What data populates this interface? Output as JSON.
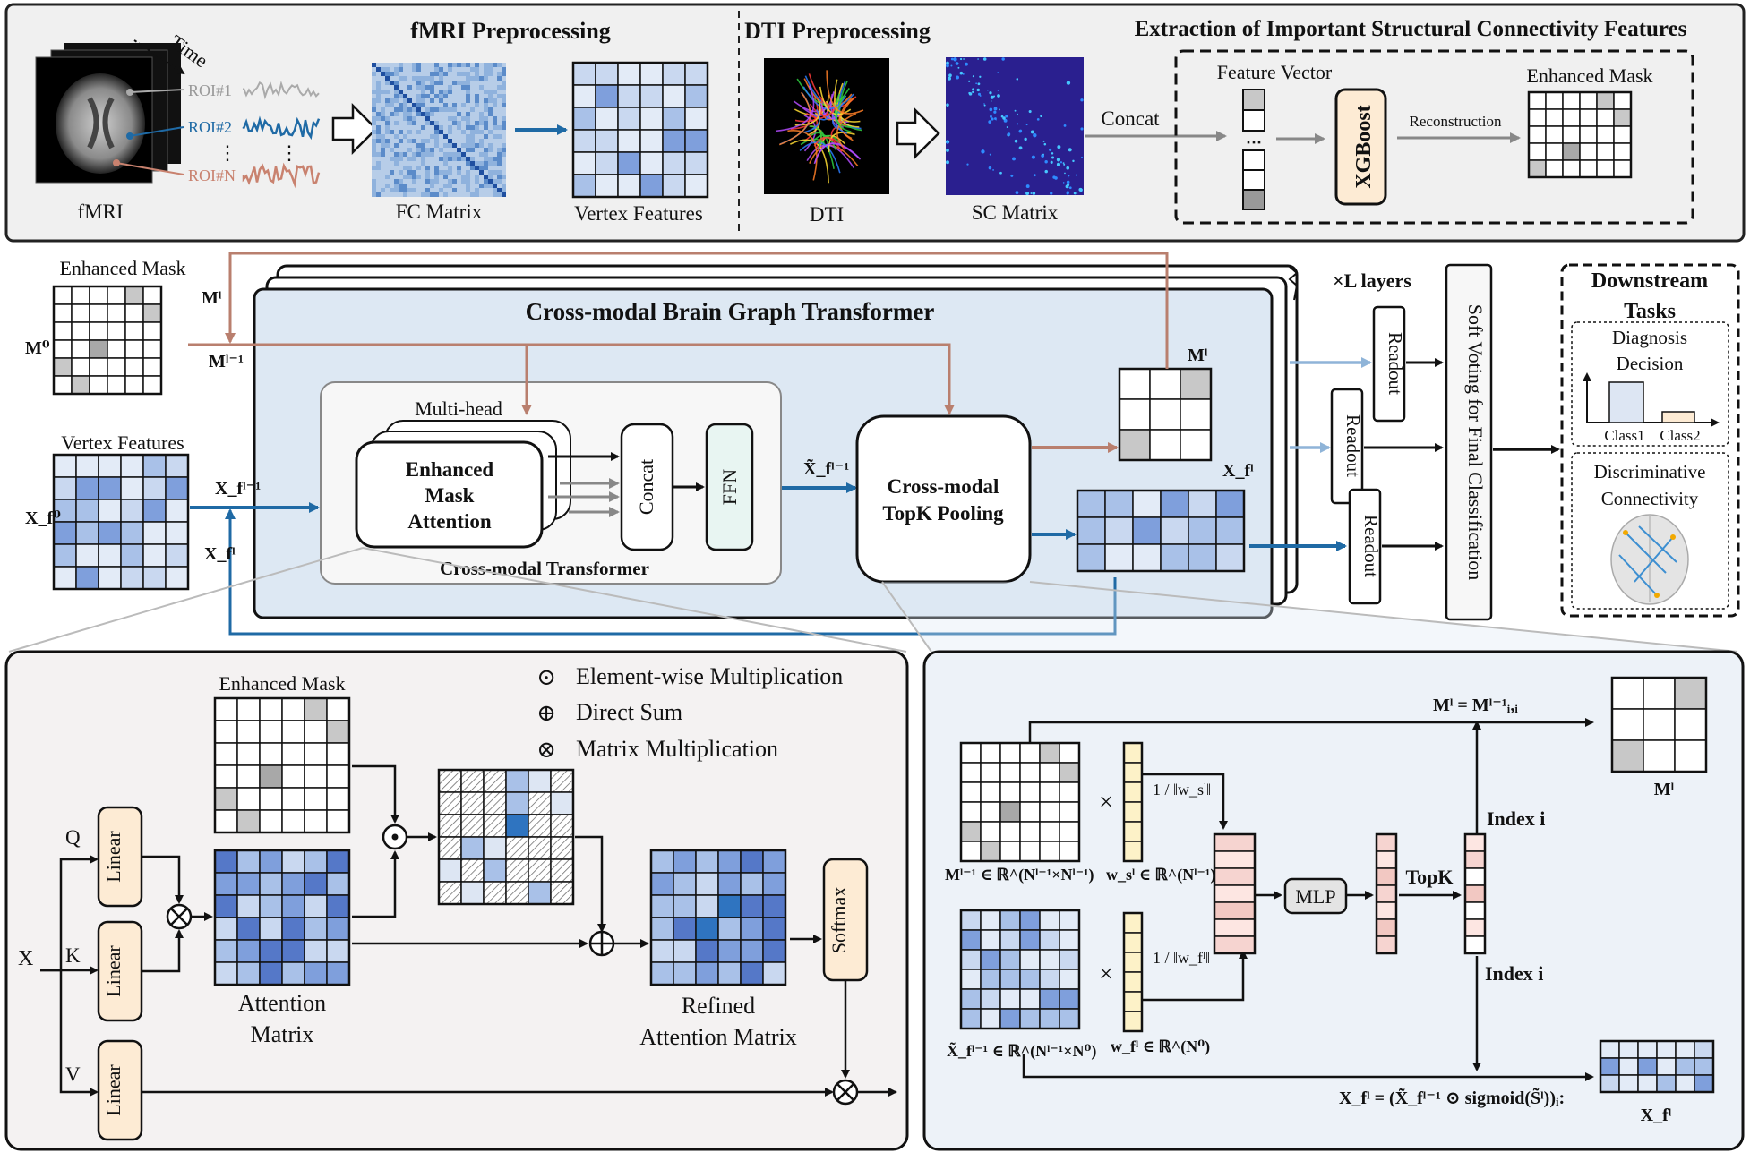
{
  "top": {
    "fmri_title": "fMRI Preprocessing",
    "dti_title": "DTI Preprocessing",
    "extract_title": "Extraction of Important Structural Connectivity Features",
    "time_label": "Time",
    "roi1": "ROI#1",
    "roi2": "ROI#2",
    "roiN": "ROI#N",
    "vdots": "⋮",
    "fmri_label": "fMRI",
    "fc_label": "FC Matrix",
    "vertex_label": "Vertex Features",
    "dti_label": "DTI",
    "sc_label": "SC Matrix",
    "concat": "Concat",
    "feature_vector": "Feature Vector",
    "xgboost": "XGBoost",
    "reconstruction": "Reconstruction",
    "enhanced_mask": "Enhanced Mask"
  },
  "middle": {
    "enhanced_mask": "Enhanced Mask",
    "m0": "M⁰",
    "ml": "Mˡ",
    "ml_minus": "Mˡ⁻¹",
    "vertex_features": "Vertex Features",
    "xf0": "X_f⁰",
    "xf_l_minus": "X_fˡ⁻¹",
    "xf_l": "X_fˡ",
    "cbgt_title": "Cross-modal Brain Graph Transformer",
    "multi_head": "Multi-head",
    "ema": [
      "Enhanced",
      "Mask",
      "Attention"
    ],
    "concat": "Concat",
    "ffn": "FFN",
    "cmt_label": "Cross-modal Transformer",
    "xtilde": "X̃_fˡ⁻¹",
    "topk": [
      "Cross-modal",
      "TopK Pooling"
    ],
    "ml_out": "Mˡ",
    "xf_out": "X_fˡ",
    "layers": "×L layers",
    "readout": "Readout",
    "soft_voting": "Soft Voting for Final Classification",
    "downstream_title": [
      "Downstream",
      "Tasks"
    ],
    "diagnosis": [
      "Diagnosis",
      "Decision"
    ],
    "class1": "Class1",
    "class2": "Class2",
    "discriminative": [
      "Discriminative",
      "Connectivity"
    ]
  },
  "bottom_left": {
    "enhanced_mask": "Enhanced Mask",
    "legend": [
      {
        "symbol": "⊙",
        "text": "Element-wise Multiplication"
      },
      {
        "symbol": "⊕",
        "text": "Direct Sum"
      },
      {
        "symbol": "⊗",
        "text": "Matrix Multiplication"
      }
    ],
    "q": "Q",
    "k": "K",
    "v": "V",
    "x": "X",
    "linear": "Linear",
    "attention_matrix": [
      "Attention",
      "Matrix"
    ],
    "refined": [
      "Refined",
      "Attention Matrix"
    ],
    "softmax": "Softmax"
  },
  "bottom_right": {
    "ml_eq": "Mˡ = Mˡ⁻¹ᵢ,ᵢ",
    "ml_label": "Mˡ",
    "m_in": "Mˡ⁻¹ ∈ ℝ^(Nˡ⁻¹×Nˡ⁻¹)",
    "ws": "w_sˡ ∈ ℝ^(Nˡ⁻¹)",
    "x_in": "X̃_fˡ⁻¹ ∈ ℝ^(Nˡ⁻¹×N⁰)",
    "wf": "w_fˡ ∈ ℝ^(N⁰)",
    "frac_s": "1 / ‖w_sˡ‖",
    "frac_f": "1 / ‖w_fˡ‖",
    "times": "×",
    "mlp": "MLP",
    "topk": "TopK",
    "index_i": "Index i",
    "xf_eq": "X_fˡ = (X̃_fˡ⁻¹ ⊙ sigmoid(S̃ˡ))ᵢ:",
    "xf_label": "X_fˡ"
  },
  "colors": {
    "blue_arrow": "#1f6aa5",
    "brown_arrow": "#b97f6e",
    "light_blue_arrow": "#8fb4d8",
    "panel_bg": "#f0f0f0",
    "cbgt_bg": "#dde8f3",
    "linear_fill": "#fdebd4"
  }
}
